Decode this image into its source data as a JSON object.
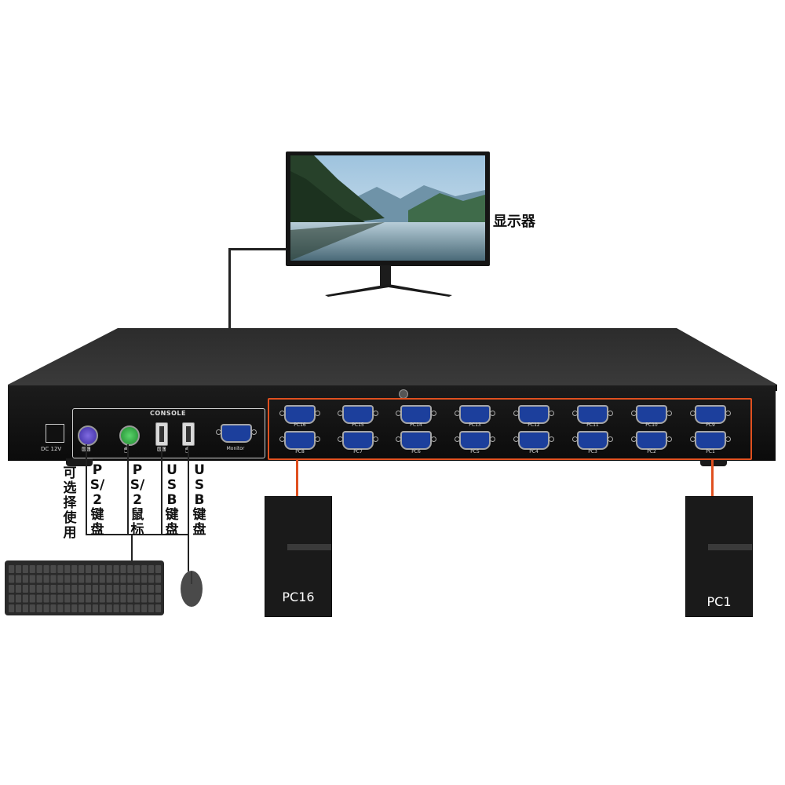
{
  "monitor": {
    "label": "显示器"
  },
  "kvm": {
    "console_label": "CONSOLE",
    "monitor_port_label": "Monitor",
    "dc_label": "DC 12V",
    "ports_top": [
      "PC16",
      "PC15",
      "PC14",
      "PC13",
      "PC12",
      "PC11",
      "PC10",
      "PC9"
    ],
    "ports_bottom": [
      "PC8",
      "PC7",
      "PC6",
      "PC5",
      "PC4",
      "PC3",
      "PC2",
      "PC1"
    ]
  },
  "labels": {
    "optional": "可选择使用",
    "ps2_keyboard": "PS/2键盘",
    "ps2_mouse": "PS/2鼠标",
    "usb_keyboard_1": "USB键盘",
    "usb_keyboard_2": "USB键盘"
  },
  "pcs": {
    "left": "PC16",
    "right": "PC1"
  },
  "colors": {
    "highlight": "#e0501f",
    "device": "#111111"
  }
}
